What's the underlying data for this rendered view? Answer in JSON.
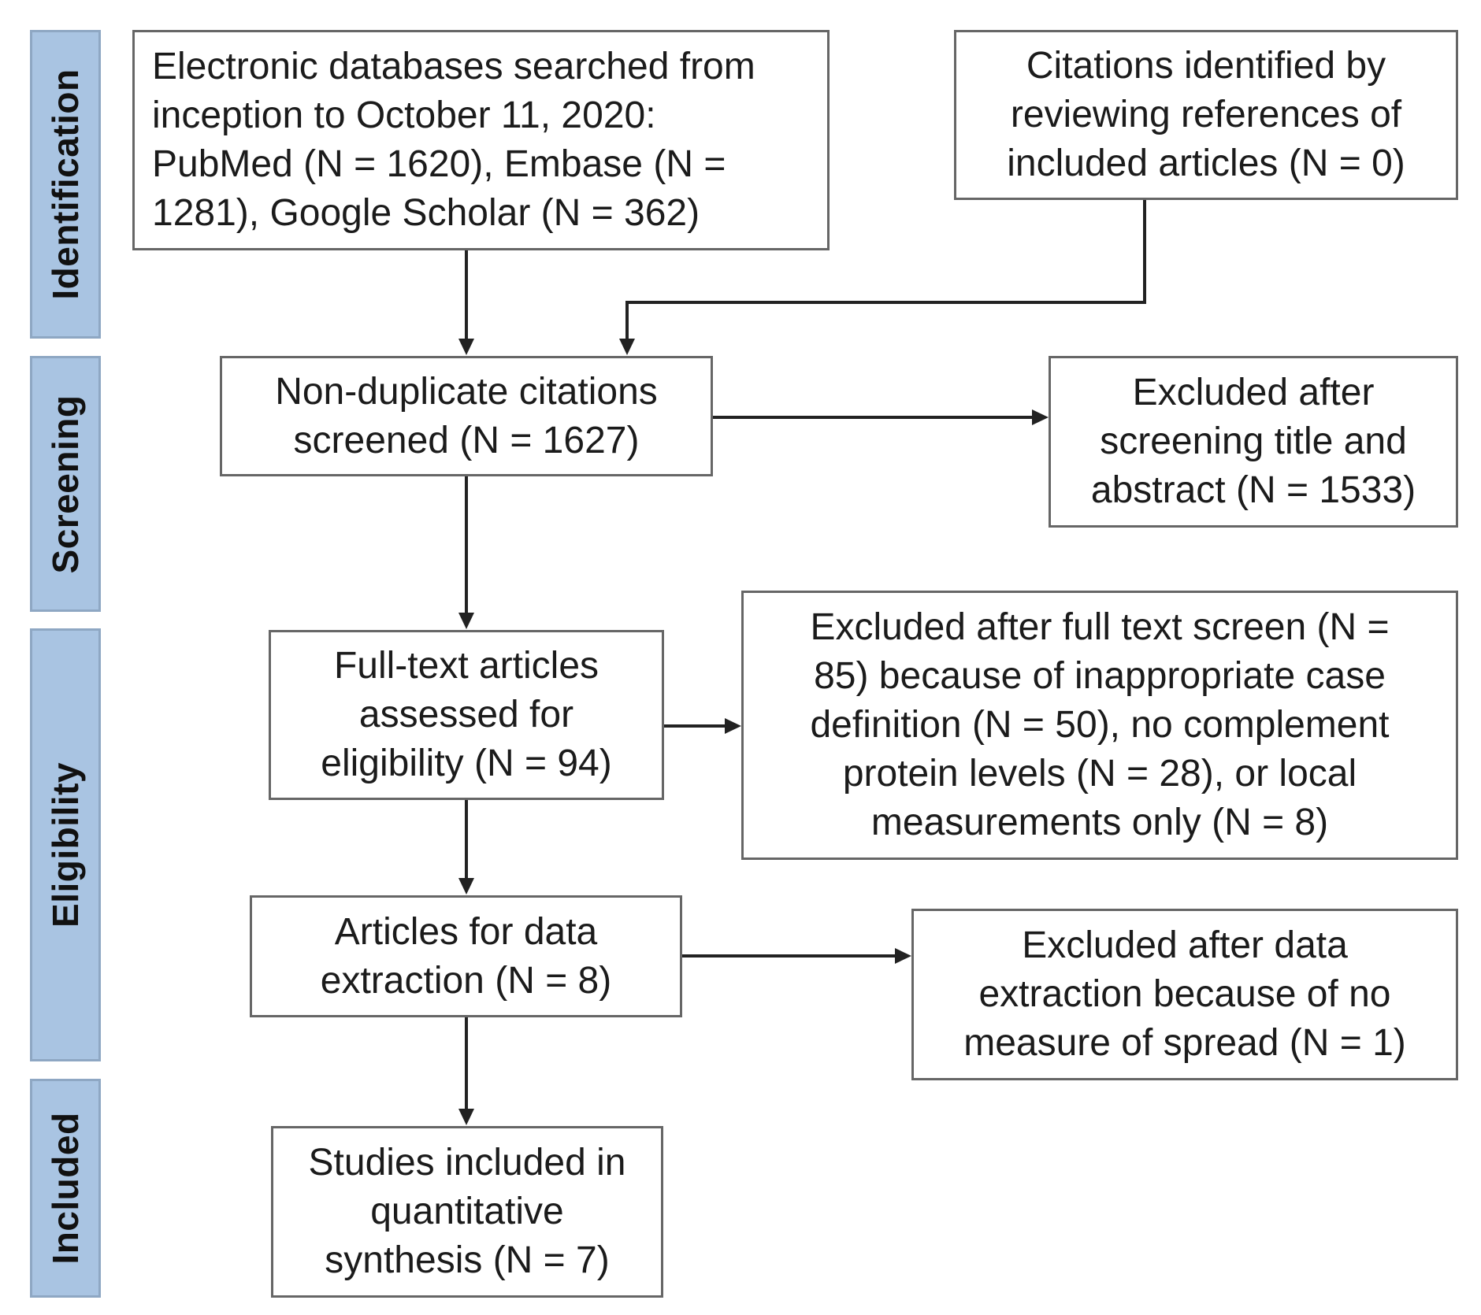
{
  "stages": {
    "identification": "Identification",
    "screening": "Screening",
    "eligibility": "Eligibility",
    "included": "Included"
  },
  "boxes": {
    "databases": {
      "lines": [
        "Electronic databases searched from",
        "inception to October 11, 2020:",
        "PubMed (N = 1620), Embase (N =",
        "1281), Google Scholar (N = 362)"
      ]
    },
    "citations_refs": {
      "lines": [
        "Citations identified by",
        "reviewing references of",
        "included articles (N = 0)"
      ]
    },
    "non_duplicate": {
      "lines": [
        "Non-duplicate citations",
        "screened (N = 1627)"
      ]
    },
    "excluded_title": {
      "lines": [
        "Excluded after",
        "screening title and",
        "abstract (N = 1533)"
      ]
    },
    "full_text": {
      "lines": [
        "Full-text articles",
        "assessed for",
        "eligibility (N = 94)"
      ]
    },
    "excluded_full_text": {
      "lines": [
        "Excluded after full text screen (N =",
        "85) because of inappropriate case",
        "definition (N = 50), no complement",
        "protein levels (N = 28), or local",
        "measurements only (N = 8)"
      ]
    },
    "data_extraction": {
      "lines": [
        "Articles for data",
        "extraction (N = 8)"
      ]
    },
    "excluded_extraction": {
      "lines": [
        "Excluded after data",
        "extraction because of no",
        "measure of spread (N = 1)"
      ]
    },
    "included_studies": {
      "lines": [
        "Studies included in",
        "quantitative",
        "synthesis (N = 7)"
      ]
    }
  },
  "colors": {
    "stage_fill": "#a9c4e2",
    "box_border": "#666666",
    "arrow": "#222222"
  }
}
